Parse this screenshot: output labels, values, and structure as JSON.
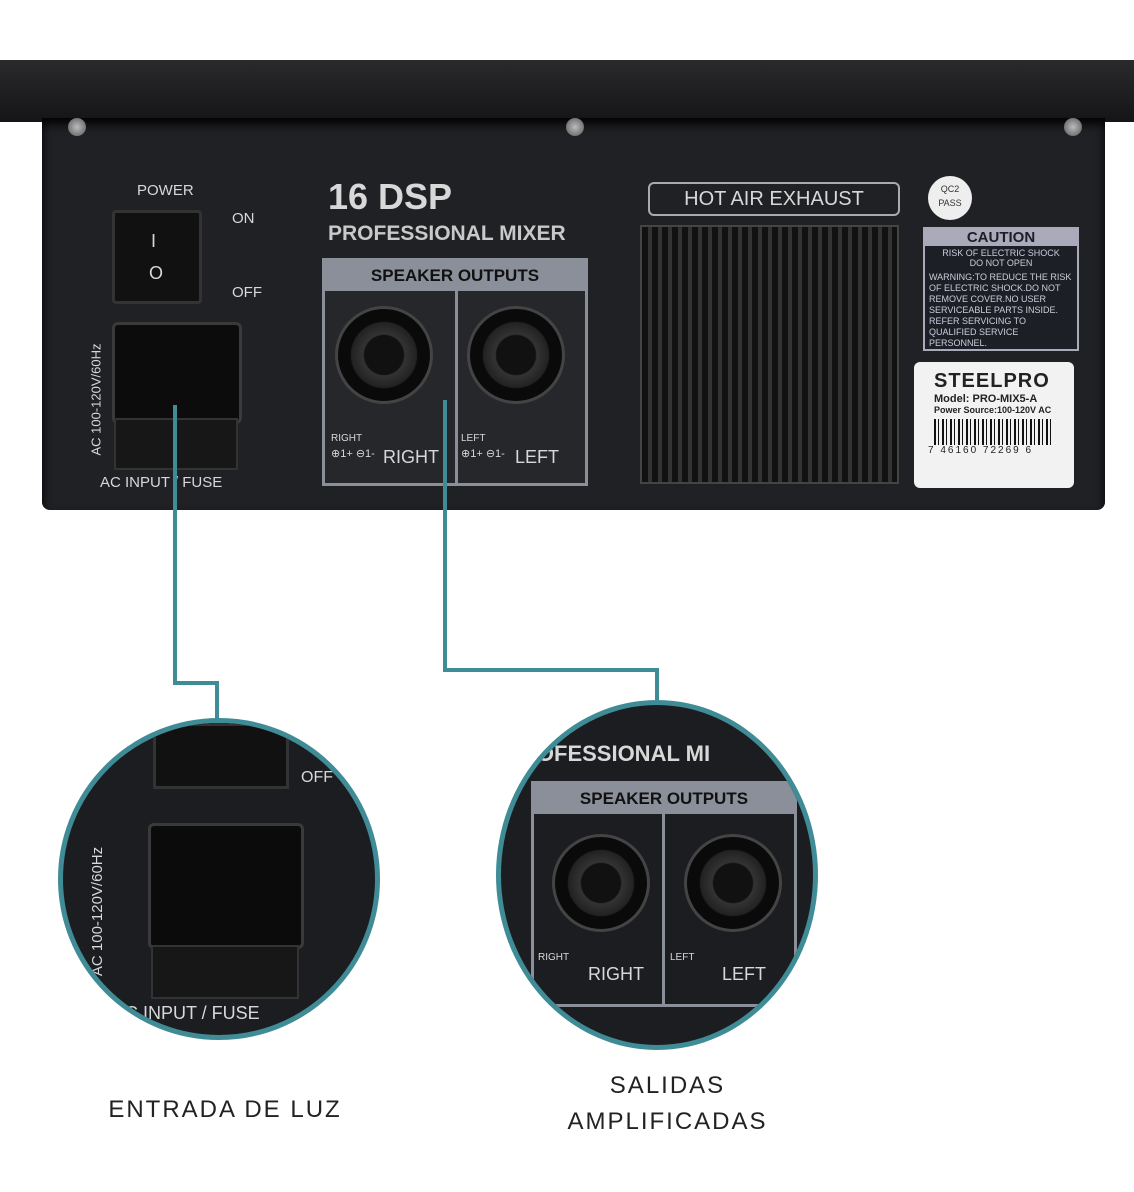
{
  "panel": {
    "power": "POWER",
    "on": "ON",
    "off": "OFF",
    "switch_on": "I",
    "switch_off": "O",
    "voltage": "AC 100-120V/60Hz",
    "ac_input": "AC INPUT / FUSE",
    "title": "16 DSP",
    "subtitle": "PROFESSIONAL MIXER",
    "speaker_outputs": "SPEAKER OUTPUTS",
    "right": "RIGHT",
    "left": "LEFT",
    "right_small": "RIGHT",
    "left_small": "LEFT",
    "polarity": "⊕1+ ⊖1-",
    "exhaust": "HOT AIR EXHAUST",
    "qc": "QC2 PASS",
    "caution": "CAUTION",
    "risk": "RISK OF ELECTRIC SHOCK DO NOT OPEN",
    "warning": "WARNING:TO REDUCE THE RISK OF ELECTRIC SHOCK.DO NOT REMOVE COVER.NO USER SERVICEABLE PARTS INSIDE. REFER SERVICING TO QUALIFIED SERVICE PERSONNEL.",
    "brand": "STEELPRO",
    "model": "Model: PRO-MIX5-A",
    "power_source": "Power Source:100-120V AC",
    "barcode": "7 46160 72269 6"
  },
  "zoom_left": {
    "off": "OFF",
    "voltage": "AC 100-120V/60Hz",
    "ac_input": "AC INPUT / FUSE"
  },
  "zoom_right": {
    "title": "ROFESSIONAL MI",
    "speaker_outputs": "SPEAKER OUTPUTS",
    "right": "RIGHT",
    "left": "LEFT",
    "left_small": "LEFT",
    "right_small": "RIGHT"
  },
  "captions": {
    "left": "ENTRADA DE LUZ",
    "right": "SALIDAS AMPLIFICADAS"
  },
  "colors": {
    "line": "#3f8c96"
  }
}
